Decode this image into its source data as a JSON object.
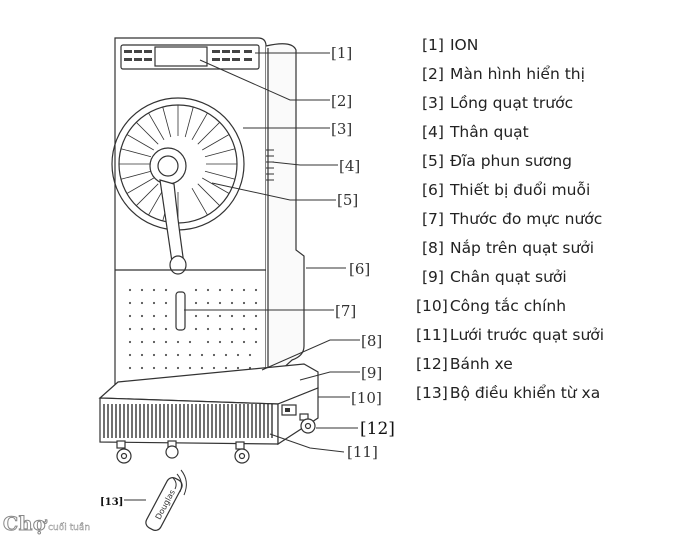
{
  "legend": [
    {
      "num": "[1]",
      "text": "ION"
    },
    {
      "num": "[2]",
      "text": "Màn hình hiển thị"
    },
    {
      "num": "[3]",
      "text": "Lồng quạt trước"
    },
    {
      "num": "[4]",
      "text": "Thân quạt"
    },
    {
      "num": "[5]",
      "text": "Đĩa phun sương"
    },
    {
      "num": "[6]",
      "text": "Thiết bị đuổi muỗi"
    },
    {
      "num": "[7]",
      "text": "Thước đo mực nước"
    },
    {
      "num": "[8]",
      "text": "Nắp trên quạt sưởi"
    },
    {
      "num": "[9]",
      "text": "Chân quạt sưởi"
    },
    {
      "num": "[10]",
      "text": "Công tắc chính"
    },
    {
      "num": "[11]",
      "text": "Lưới trước quạt sưởi"
    },
    {
      "num": "[12]",
      "text": "Bánh xe"
    },
    {
      "num": "[13]",
      "text": "Bộ điều khiển từ xa"
    }
  ],
  "callouts": {
    "c1": "[1]",
    "c2": "[2]",
    "c3": "[3]",
    "c4": "[4]",
    "c5": "[5]",
    "c6": "[6]",
    "c7": "[7]",
    "c8": "[8]",
    "c9": "[9]",
    "c10": "[10]",
    "c11": "[11]",
    "c12": "[12]",
    "c13": "[13]"
  },
  "remote_label": "Douglas",
  "watermark": {
    "brand": "Chợ",
    "sub": "cuối tuần"
  }
}
